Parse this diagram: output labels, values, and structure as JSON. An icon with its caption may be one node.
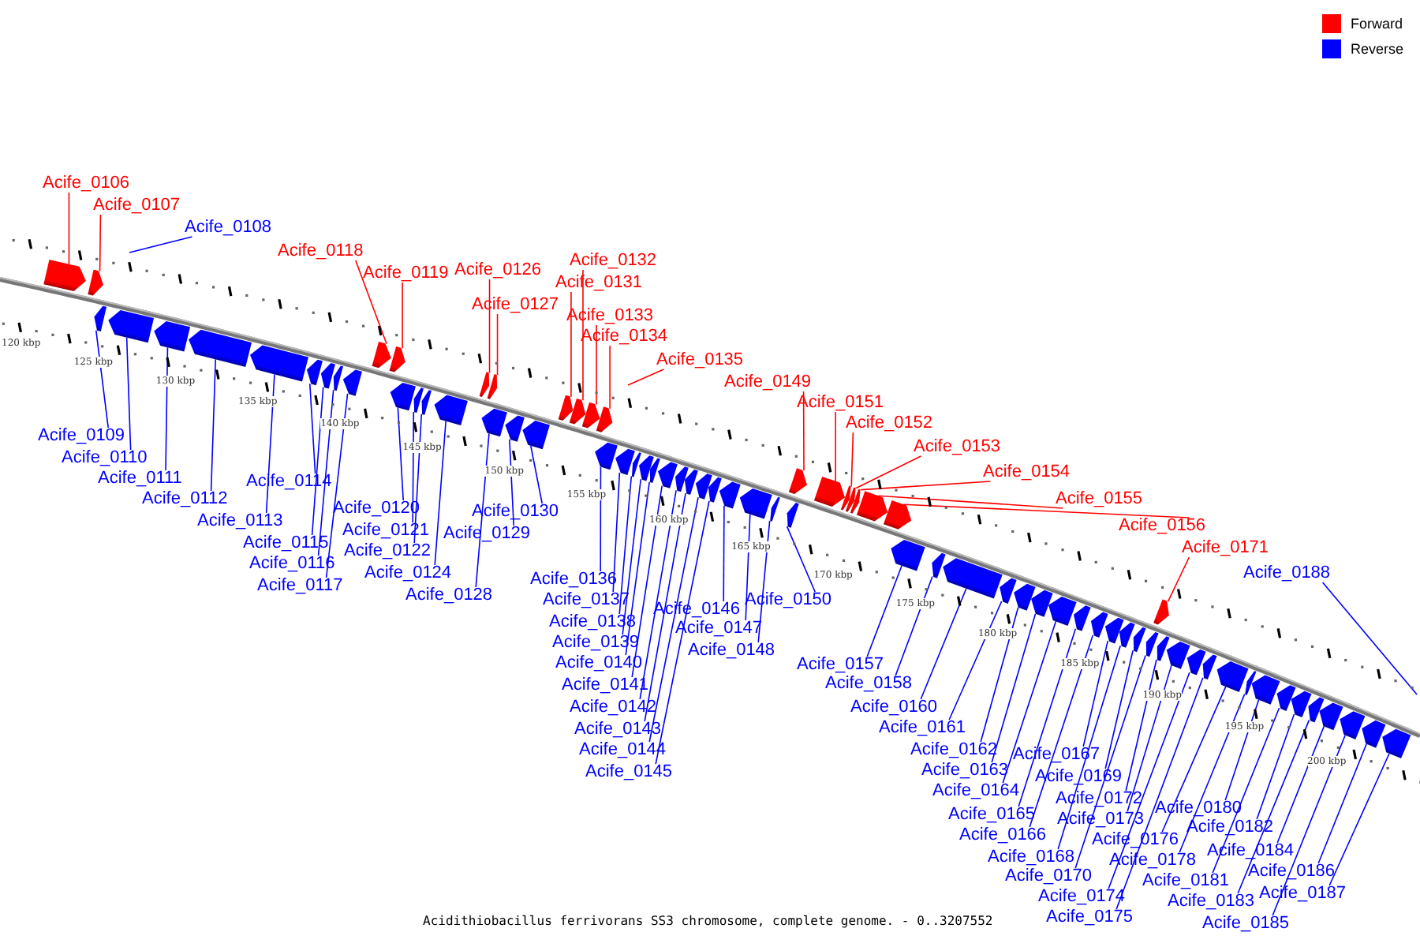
{
  "diagram": {
    "caption": "Acidithiobacillus ferrivorans SS3 chromosome, complete genome. - 0..3207552",
    "nodes": [
      {
        "text": [
          "Acife_0106"
        ]
      },
      {
        "text": [],
        "shape": "arrow"
      },
      {
        "text": [
          "Acife_0107"
        ]
      },
      {
        "text": [],
        "shape": "arrow"
      },
      {
        "text": [
          "Acife_0108"
        ]
      },
      {
        "text": [
          "Acife_0109"
        ]
      },
      {
        "text": [],
        "shape": "arrow"
      },
      {
        "text": [
          "Acife_0110"
        ]
      },
      {
        "text": [],
        "shape": "arrow"
      },
      {
        "text": [
          "Acife_0111"
        ]
      },
      {
        "text": [],
        "shape": "arrow"
      },
      {
        "text": [
          "Acife_0112"
        ]
      },
      {
        "text": [],
        "shape": "arrow"
      },
      {
        "text": [
          "Acife_0113"
        ]
      },
      {
        "text": [],
        "shape": "arrow"
      },
      {
        "text": [
          "Acife_0114"
        ]
      },
      {
        "text": [],
        "shape": "arrow"
      },
      {
        "text": [
          "Acife_0115"
        ]
      },
      {
        "text": [],
        "shape": "arrow"
      },
      {
        "text": [
          "Acife_0116"
        ]
      },
      {
        "text": [],
        "shape": "arrow"
      },
      {
        "text": [
          "Acife_0117"
        ]
      },
      {
        "text": [],
        "shape": "arrow"
      },
      {
        "text": [
          "Acife_0118"
        ]
      },
      {
        "text": [],
        "shape": "arrow"
      },
      {
        "text": [
          "Acife_0119"
        ]
      },
      {
        "text": [],
        "shape": "arrow"
      },
      {
        "text": [
          "Acife_0120"
        ]
      },
      {
        "text": [],
        "shape": "arrow"
      },
      {
        "text": [
          "Acife_0121"
        ]
      },
      {
        "text": [],
        "shape": "arrow"
      },
      {
        "text": [
          "Acife_0122"
        ]
      },
      {
        "text": [],
        "shape": "arrow"
      },
      {
        "text": [
          "Acife_0124"
        ]
      },
      {
        "text": [],
        "shape": "arrow"
      },
      {
        "text": [
          "Acife_0126"
        ]
      },
      {
        "text": [],
        "shape": "arrow"
      },
      {
        "text": [
          "Acife_0127"
        ]
      },
      {
        "text": [],
        "shape": "arrow"
      },
      {
        "text": [
          "Acife_0128"
        ]
      },
      {
        "text": [],
        "shape": "arrow"
      },
      {
        "text": [
          "Acife_0129"
        ]
      },
      {
        "text": [],
        "shape": "arrow"
      },
      {
        "text": [
          "Acife_0130"
        ]
      },
      {
        "text": [],
        "shape": "arrow"
      },
      {
        "text": [
          "Acife_0131"
        ]
      },
      {
        "text": [],
        "shape": "arrow"
      },
      {
        "text": [
          "Acife_0132"
        ]
      },
      {
        "text": [],
        "shape": "arrow"
      },
      {
        "text": [
          "Acife_0133"
        ]
      },
      {
        "text": [],
        "shape": "arrow"
      },
      {
        "text": [
          "Acife_0134"
        ]
      },
      {
        "text": [],
        "shape": "arrow"
      },
      {
        "text": [
          "Acife_0135"
        ]
      },
      {
        "text": [
          "Acife_0136"
        ]
      },
      {
        "text": [],
        "shape": "arrow"
      },
      {
        "text": [
          "Acife_0137"
        ]
      },
      {
        "text": [],
        "shape": "arrow"
      },
      {
        "text": [
          "Acife_0138"
        ]
      },
      {
        "text": [],
        "shape": "arrow"
      },
      {
        "text": [
          "Acife_0139"
        ]
      },
      {
        "text": [],
        "shape": "arrow"
      },
      {
        "text": [
          "Acife_0140"
        ]
      },
      {
        "text": [],
        "shape": "arrow"
      },
      {
        "text": [
          "Acife_0141"
        ]
      },
      {
        "text": [],
        "shape": "arrow"
      },
      {
        "text": [
          "Acife_0142"
        ]
      },
      {
        "text": [],
        "shape": "arrow"
      },
      {
        "text": [
          "Acife_0143"
        ]
      },
      {
        "text": [],
        "shape": "arrow"
      },
      {
        "text": [
          "Acife_0144"
        ]
      },
      {
        "text": [],
        "shape": "arrow"
      },
      {
        "text": [
          "Acife_0145"
        ]
      },
      {
        "text": [],
        "shape": "arrow"
      },
      {
        "text": [
          "Acife_0146"
        ]
      },
      {
        "text": [],
        "shape": "arrow"
      },
      {
        "text": [
          "Acife_0147"
        ]
      },
      {
        "text": [],
        "shape": "arrow"
      },
      {
        "text": [
          "Acife_0148"
        ]
      },
      {
        "text": [],
        "shape": "arrow"
      },
      {
        "text": [
          "Acife_0149"
        ]
      },
      {
        "text": [],
        "shape": "arrow"
      },
      {
        "text": [
          "Acife_0150"
        ]
      },
      {
        "text": [],
        "shape": "arrow"
      },
      {
        "text": [
          "Acife_0151"
        ]
      },
      {
        "text": [],
        "shape": "arrow"
      },
      {
        "text": [
          "Acife_0152"
        ]
      },
      {
        "text": [],
        "shape": "arrow"
      },
      {
        "text": [
          "Acife_0153"
        ]
      },
      {
        "text": [],
        "shape": "arrow"
      },
      {
        "text": [
          "Acife_0154"
        ]
      },
      {
        "text": [],
        "shape": "arrow"
      },
      {
        "text": [
          "Acife_0155"
        ]
      },
      {
        "text": [],
        "shape": "arrow"
      },
      {
        "text": [
          "Acife_0156"
        ]
      },
      {
        "text": [],
        "shape": "arrow"
      },
      {
        "text": [
          "Acife_0157"
        ]
      },
      {
        "text": [],
        "shape": "arrow"
      },
      {
        "text": [
          "Acife_0158"
        ]
      },
      {
        "text": [],
        "shape": "arrow"
      },
      {
        "text": [
          "Acife_0160"
        ]
      },
      {
        "text": [],
        "shape": "arrow"
      },
      {
        "text": [
          "Acife_0161"
        ]
      },
      {
        "text": [],
        "shape": "arrow"
      },
      {
        "text": [
          "Acife_0162"
        ]
      },
      {
        "text": [],
        "shape": "arrow"
      },
      {
        "text": [
          "Acife_0163"
        ]
      },
      {
        "text": [],
        "shape": "arrow"
      },
      {
        "text": [
          "Acife_0164"
        ]
      },
      {
        "text": [],
        "shape": "arrow"
      },
      {
        "text": [
          "Acife_0165"
        ]
      },
      {
        "text": [],
        "shape": "arrow"
      },
      {
        "text": [
          "Acife_0166"
        ]
      },
      {
        "text": [],
        "shape": "arrow"
      },
      {
        "text": [
          "Acife_0167"
        ]
      },
      {
        "text": [],
        "shape": "arrow"
      },
      {
        "text": [
          "Acife_0168"
        ]
      },
      {
        "text": [],
        "shape": "arrow"
      },
      {
        "text": [
          "Acife_0169"
        ]
      },
      {
        "text": [],
        "shape": "arrow"
      },
      {
        "text": [
          "Acife_0170"
        ]
      },
      {
        "text": [],
        "shape": "arrow"
      },
      {
        "text": [
          "Acife_0171"
        ]
      },
      {
        "text": [],
        "shape": "arrow"
      },
      {
        "text": [
          "Acife_0172"
        ]
      },
      {
        "text": [],
        "shape": "arrow"
      },
      {
        "text": [
          "Acife_0173"
        ]
      },
      {
        "text": [],
        "shape": "arrow"
      },
      {
        "text": [
          "Acife_0174"
        ]
      },
      {
        "text": [],
        "shape": "arrow"
      },
      {
        "text": [
          "Acife_0175"
        ]
      },
      {
        "text": [],
        "shape": "arrow"
      },
      {
        "text": [
          "Acife_0176"
        ]
      },
      {
        "text": [],
        "shape": "arrow"
      },
      {
        "text": [
          "Acife_0178"
        ]
      },
      {
        "text": [],
        "shape": "arrow"
      },
      {
        "text": [
          "Acife_0180"
        ]
      },
      {
        "text": [],
        "shape": "arrow"
      },
      {
        "text": [
          "Acife_0181"
        ]
      },
      {
        "text": [],
        "shape": "arrow"
      },
      {
        "text": [
          "Acife_0182"
        ]
      },
      {
        "text": [],
        "shape": "arrow"
      },
      {
        "text": [
          "Acife_0183"
        ]
      },
      {
        "text": [],
        "shape": "arrow"
      },
      {
        "text": [
          "Acife_0184"
        ]
      },
      {
        "text": [],
        "shape": "arrow"
      },
      {
        "text": [
          "Acife_0185"
        ]
      },
      {
        "text": [],
        "shape": "arrow"
      },
      {
        "text": [
          "Acife_0186"
        ]
      },
      {
        "text": [],
        "shape": "arrow"
      },
      {
        "text": [
          "Acife_0187"
        ]
      },
      {
        "text": [],
        "shape": "arrow"
      },
      {
        "text": [
          "Acife_0188"
        ]
      }
    ],
    "edges": [
      {
        "from": 0,
        "to": 1,
        "arrow": "none",
        "color": "#ff0000"
      },
      {
        "from": 2,
        "to": 3,
        "arrow": "none",
        "color": "#ff0000"
      },
      {
        "from": 4,
        "to": null,
        "arrow": "none"
      },
      {
        "from": 5,
        "to": 6,
        "arrow": "none"
      },
      {
        "from": 7,
        "to": 8,
        "arrow": "none"
      },
      {
        "from": 9,
        "to": 10,
        "arrow": "none"
      },
      {
        "from": 11,
        "to": 12,
        "arrow": "none"
      },
      {
        "from": 13,
        "to": 14,
        "arrow": "none"
      },
      {
        "from": 15,
        "to": 16,
        "arrow": "none"
      },
      {
        "from": 17,
        "to": 18,
        "arrow": "none"
      },
      {
        "from": 19,
        "to": 20,
        "arrow": "none"
      },
      {
        "from": 21,
        "to": 22,
        "arrow": "none"
      },
      {
        "from": 23,
        "to": 24,
        "arrow": "none",
        "color": "#ff0000"
      },
      {
        "from": 25,
        "to": 26,
        "arrow": "none",
        "color": "#ff0000"
      },
      {
        "from": 27,
        "to": 28,
        "arrow": "none"
      },
      {
        "from": 29,
        "to": 30,
        "arrow": "none"
      },
      {
        "from": 31,
        "to": 32,
        "arrow": "none"
      },
      {
        "from": 33,
        "to": 34,
        "arrow": "none"
      },
      {
        "from": 35,
        "to": 36,
        "arrow": "none",
        "color": "#ff0000"
      },
      {
        "from": 37,
        "to": 38,
        "arrow": "none",
        "color": "#ff0000"
      },
      {
        "from": 39,
        "to": 40,
        "arrow": "none"
      },
      {
        "from": 41,
        "to": 42,
        "arrow": "none"
      },
      {
        "from": 43,
        "to": 44,
        "arrow": "none"
      },
      {
        "from": 45,
        "to": 46,
        "arrow": "none",
        "color": "#ff0000"
      },
      {
        "from": 47,
        "to": 48,
        "arrow": "none",
        "color": "#ff0000"
      },
      {
        "from": 49,
        "to": 50,
        "arrow": "none",
        "color": "#ff0000"
      },
      {
        "from": 51,
        "to": 52,
        "arrow": "none",
        "color": "#ff0000"
      },
      {
        "from": 53,
        "to": null,
        "arrow": "none",
        "color": "#ff0000"
      },
      {
        "from": 54,
        "to": 55,
        "arrow": "none"
      },
      {
        "from": 56,
        "to": 57,
        "arrow": "none"
      },
      {
        "from": 58,
        "to": 59,
        "arrow": "none"
      },
      {
        "from": 60,
        "to": 61,
        "arrow": "none"
      },
      {
        "from": 62,
        "to": 63,
        "arrow": "none"
      },
      {
        "from": 64,
        "to": 65,
        "arrow": "none"
      },
      {
        "from": 66,
        "to": 67,
        "arrow": "none"
      },
      {
        "from": 68,
        "to": 69,
        "arrow": "none"
      },
      {
        "from": 70,
        "to": 71,
        "arrow": "none"
      },
      {
        "from": 72,
        "to": 73,
        "arrow": "none"
      },
      {
        "from": 74,
        "to": 75,
        "arrow": "none"
      },
      {
        "from": 76,
        "to": 77,
        "arrow": "none"
      },
      {
        "from": 78,
        "to": 79,
        "arrow": "none"
      },
      {
        "from": 80,
        "to": 81,
        "arrow": "none",
        "color": "#ff0000"
      },
      {
        "from": 82,
        "to": 83,
        "arrow": "none"
      },
      {
        "from": 84,
        "to": 85,
        "arrow": "none",
        "color": "#ff0000"
      },
      {
        "from": 86,
        "to": 87,
        "arrow": "none",
        "color": "#ff0000"
      },
      {
        "from": 88,
        "to": 89,
        "arrow": "none",
        "color": "#ff0000"
      },
      {
        "from": 90,
        "to": 91,
        "arrow": "none",
        "color": "#ff0000"
      },
      {
        "from": 92,
        "to": 93,
        "arrow": "none",
        "color": "#ff0000"
      },
      {
        "from": 94,
        "to": 95,
        "arrow": "none",
        "color": "#ff0000"
      },
      {
        "from": 96,
        "to": 97,
        "arrow": "none"
      },
      {
        "from": 98,
        "to": 99,
        "arrow": "none"
      },
      {
        "from": 100,
        "to": 101,
        "arrow": "none"
      },
      {
        "from": 102,
        "to": 103,
        "arrow": "none"
      },
      {
        "from": 104,
        "to": 105,
        "arrow": "none"
      },
      {
        "from": 106,
        "to": 107,
        "arrow": "none"
      },
      {
        "from": 108,
        "to": 109,
        "arrow": "none"
      },
      {
        "from": 110,
        "to": 111,
        "arrow": "none"
      },
      {
        "from": 112,
        "to": 113,
        "arrow": "none"
      },
      {
        "from": 114,
        "to": 115,
        "arrow": "none"
      },
      {
        "from": 116,
        "to": 117,
        "arrow": "none"
      },
      {
        "from": 118,
        "to": 119,
        "arrow": "none"
      },
      {
        "from": 120,
        "to": 121,
        "arrow": "none"
      },
      {
        "from": 122,
        "to": 123,
        "arrow": "none",
        "color": "#ff0000"
      },
      {
        "from": 124,
        "to": 125,
        "arrow": "none"
      },
      {
        "from": 126,
        "to": 127,
        "arrow": "none"
      },
      {
        "from": 128,
        "to": 129,
        "arrow": "none"
      },
      {
        "from": 130,
        "to": 131,
        "arrow": "none"
      },
      {
        "from": 132,
        "to": 133,
        "arrow": "none"
      },
      {
        "from": 134,
        "to": 135,
        "arrow": "none"
      },
      {
        "from": 136,
        "to": 137,
        "arrow": "none"
      },
      {
        "from": 138,
        "to": 139,
        "arrow": "none"
      },
      {
        "from": 140,
        "to": 141,
        "arrow": "none"
      },
      {
        "from": 142,
        "to": 143,
        "arrow": "none"
      },
      {
        "from": 144,
        "to": 145,
        "arrow": "none"
      },
      {
        "from": 146,
        "to": 147,
        "arrow": "none"
      },
      {
        "from": 148,
        "to": 149,
        "arrow": "none"
      },
      {
        "from": 150,
        "to": 151,
        "arrow": "none"
      },
      {
        "from": 152,
        "to": null,
        "arrow": "none"
      }
    ],
    "labels": [
      "120 kbp",
      "125 kbp",
      "130 kbp",
      "135 kbp",
      "140 kbp",
      "145 kbp",
      "150 kbp",
      "155 kbp",
      "160 kbp",
      "165 kbp",
      "170 kbp",
      "175 kbp",
      "180 kbp",
      "185 kbp",
      "190 kbp",
      "195 kbp",
      "200 kbp"
    ],
    "legend": [
      {
        "text": "Forward",
        "color": "#ff0000"
      },
      {
        "text": "Reverse",
        "color": "#0000ff"
      }
    ]
  }
}
